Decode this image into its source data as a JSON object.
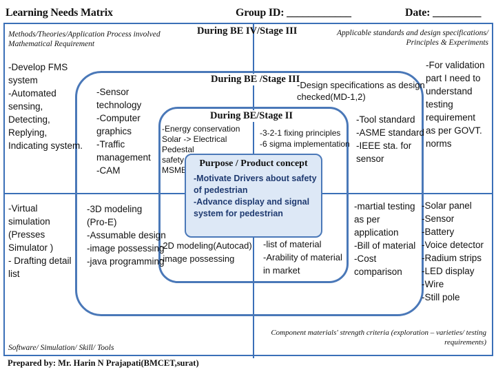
{
  "header": {
    "title": "Learning Needs Matrix",
    "group_id": "Group ID: ____________",
    "date": "Date: _________"
  },
  "corners": {
    "top_left": "Methods/Theories/Application Process involved\nMathematical Requirement",
    "top_right": "Applicable standards and  design specifications/\nPrinciples & Experiments",
    "bottom_left": "Software/  Simulation/  Skill/ Tools",
    "bottom_right": "Component materials' strength criteria  (exploration – varieties/ testing\nrequirements)"
  },
  "stages": {
    "outer": "During BE IV/Stage III",
    "middle": "During BE /Stage III",
    "inner": "During BE/Stage II"
  },
  "purpose": {
    "title": "Purpose / Product concept",
    "items": [
      "-Motivate Drivers about safety\nof pedestrian",
      "-Advance display and signal\nsystem for pedestrian"
    ]
  },
  "cells": {
    "outer_tl": "-Develop FMS\nsystem\n-Automated\nsensing,\nDetecting,\nReplying,\nIndicating system.",
    "outer_tr": "-For validation\npart I need to\nunderstand\ntesting\nrequirement\nas per GOVT.\nnorms",
    "outer_bl": "-Virtual\nsimulation\n(Presses\nSimulator )\n- Drafting detail\nlist",
    "outer_br": "-Solar panel\n-Sensor\n-Battery\n-Voice detector\n-Radium strips\n-LED display\n-Wire\n-Still pole",
    "middle_tl": "-Sensor\ntechnology\n-Computer\ngraphics\n-Traffic\nmanagement\n-CAM",
    "middle_tr_top": "-Design specifications as design\nchecked(MD-1,2)",
    "middle_tr": "-Tool standard\n-ASME standard\n-IEEE sta. for\nsensor",
    "middle_bl": "-3D modeling\n(Pro-E)\n-Assumable design\n-image possessing\n-java programming",
    "middle_br": "-martial testing\nas per\napplication\n-Bill of material\n-Cost\ncomparison",
    "inner_tl": "-Energy conservation\nSolar -> Electrical\nPedestal\nsafety\nMSME",
    "inner_tr": "-3-2-1 fixing principles\n-6 sigma implementation",
    "inner_bl": "-2D modeling(Autocad)\n-image possessing",
    "inner_br": "-list of material\n-Arability of material\nin market"
  },
  "footer": "Prepared by: Mr. Harin N Prajapati(BMCET,surat)"
}
